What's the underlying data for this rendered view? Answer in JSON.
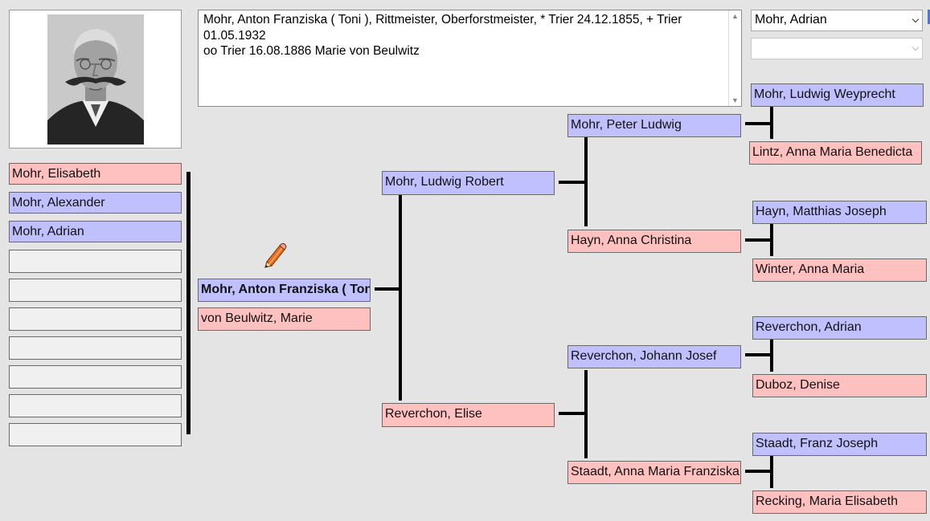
{
  "info": {
    "text": "Mohr, Anton Franziska ( Toni ), Rittmeister, Oberforstmeister, * Trier 24.12.1855, + Trier 01.05.1932\noo Trier 16.08.1886 Marie von Beulwitz"
  },
  "selectors": {
    "person_value": "Mohr, Adrian",
    "secondary_value": ""
  },
  "siblings": [
    "Mohr, Elisabeth",
    "Mohr, Alexander",
    "Mohr, Adrian",
    "",
    "",
    "",
    "",
    "",
    "",
    ""
  ],
  "proband": {
    "name": "Mohr, Anton Franziska ( Toni )",
    "spouse": "von Beulwitz, Marie"
  },
  "parents": {
    "father": "Mohr, Ludwig Robert",
    "mother": "Reverchon, Elise"
  },
  "grandparents": {
    "ff": "Mohr, Peter Ludwig",
    "fm": "Hayn, Anna Christina",
    "mf": "Reverchon, Johann Josef",
    "mm": "Staadt, Anna Maria Franziska"
  },
  "great_grandparents": {
    "fff": "Mohr, Ludwig Weyprecht",
    "ffm": "Lintz, Anna Maria Benedicta",
    "fmf": "Hayn, Matthias Joseph",
    "fmm": "Winter, Anna Maria",
    "mff": "Reverchon, Adrian",
    "mfm": "Duboz, Denise",
    "mmf": "Staadt, Franz Joseph",
    "mmm": "Recking, Maria Elisabeth"
  },
  "icons": {
    "edit": "pencil-icon",
    "photo": "portrait-photo"
  },
  "colors": {
    "male": "#c0c0ff",
    "female": "#ffc0c0",
    "empty": "#f0f0f0"
  }
}
